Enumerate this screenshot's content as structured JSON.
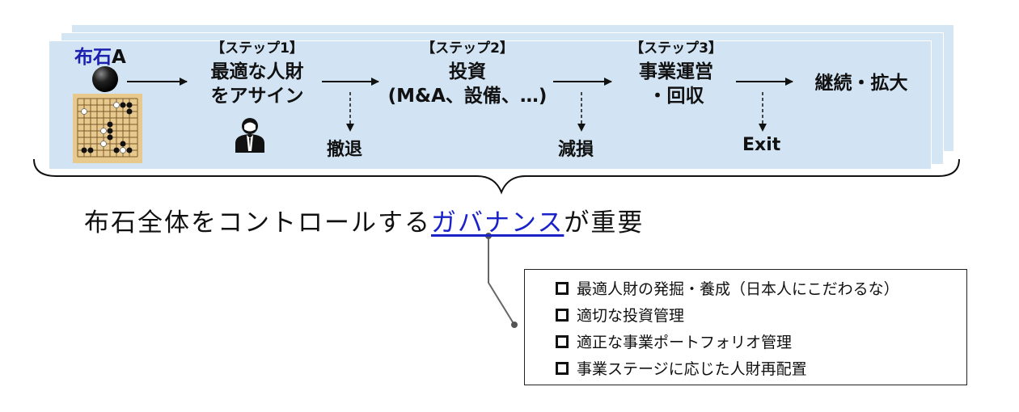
{
  "title": {
    "part1": "布石",
    "part2": "A"
  },
  "steps": [
    {
      "header": "【ステップ1】",
      "line1": "最適な人財",
      "line2": "をアサイン"
    },
    {
      "header": "【ステップ2】",
      "line1": "投資",
      "line2": "(M&A、設備、…)"
    },
    {
      "header": "【ステップ3】",
      "line1": "事業運営",
      "line2": "・回収"
    }
  ],
  "final_step": "継続・拡大",
  "exits": [
    "撤退",
    "減損",
    "Exit"
  ],
  "governance": {
    "prefix": "布石全体をコントロールする",
    "link": "ガバナンス",
    "suffix": "が重要"
  },
  "governance_items": [
    "最適人財の発掘・養成（日本人にこだわるな）",
    "適切な投資管理",
    "適正な事業ポートフォリオ管理",
    "事業ステージに応じた人財再配置"
  ],
  "colors": {
    "panel": "#d2e4f3",
    "accent_blue": "#1a1fb0",
    "link_blue": "#1a23c8"
  },
  "icons": [
    "go-stone-icon",
    "go-board-icon",
    "business-person-icon",
    "checkbox-icon"
  ]
}
